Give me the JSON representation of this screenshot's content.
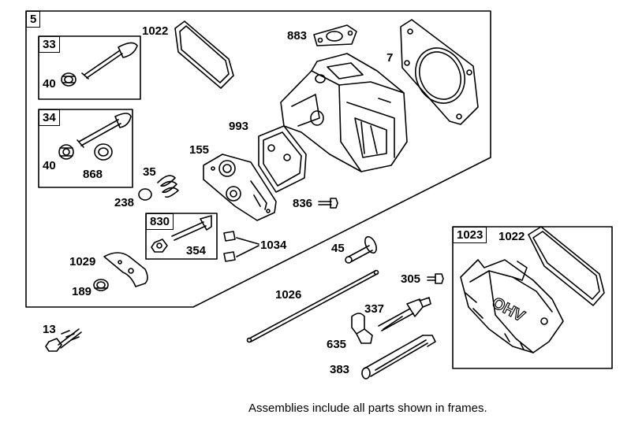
{
  "frames": {
    "main": "5",
    "valve_assembly_1": "33",
    "valve_assembly_2": "34",
    "screw_assembly": "830",
    "cover_assembly": "1023"
  },
  "parts": {
    "p1022a": "1022",
    "p883": "883",
    "p7": "7",
    "p40a": "40",
    "p993": "993",
    "p40b": "40",
    "p868": "868",
    "p155": "155",
    "p35": "35",
    "p238": "238",
    "p836": "836",
    "p1034": "1034",
    "p354": "354",
    "p1029": "1029",
    "p189": "189",
    "p45": "45",
    "p305": "305",
    "p1026": "1026",
    "p337": "337",
    "p13": "13",
    "p635": "635",
    "p383": "383",
    "p1022b": "1022"
  },
  "cover_logo": "OHV",
  "note": "Assemblies include all parts shown in frames."
}
